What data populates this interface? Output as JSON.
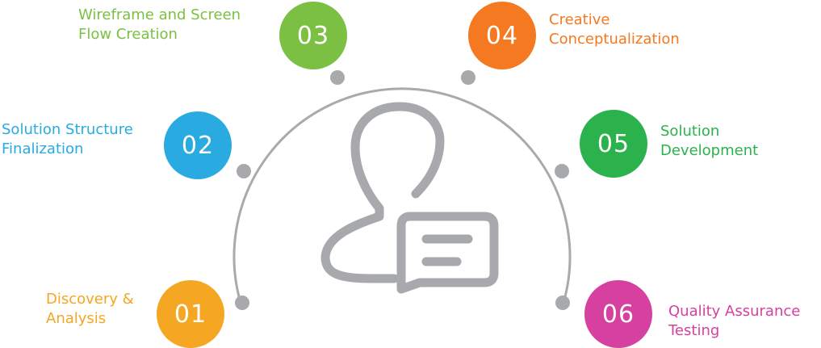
{
  "colors": {
    "track": "#aaaaaa",
    "icon": "#a7a9ac",
    "s01": "#f5a623",
    "s02": "#29abe2",
    "s03": "#7bc043",
    "s04": "#f47920",
    "s05": "#2bb24c",
    "s06": "#d6409f"
  },
  "center_icon": "user-message-icon",
  "steps": [
    {
      "num": "01",
      "line1": "Discovery &",
      "line2": "Analysis"
    },
    {
      "num": "02",
      "line1": "Solution Structure",
      "line2": "Finalization"
    },
    {
      "num": "03",
      "line1": "Wireframe and Screen",
      "line2": "Flow Creation"
    },
    {
      "num": "04",
      "line1": "Creative",
      "line2": "Conceptualization"
    },
    {
      "num": "05",
      "line1": "Solution",
      "line2": "Development"
    },
    {
      "num": "06",
      "line1": "Quality Assurance",
      "line2": "Testing"
    }
  ]
}
